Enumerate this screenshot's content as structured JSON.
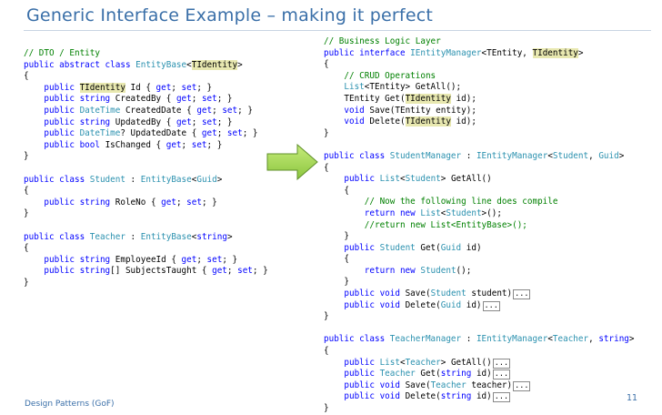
{
  "slide": {
    "title": "Generic Interface Example – making it perfect",
    "footer": "Design Patterns (GoF)",
    "page_number": "11"
  },
  "icons": {
    "arrow": "right-arrow-icon"
  },
  "colors": {
    "keyword": "#0000ff",
    "type": "#2b91af",
    "comment": "#008000",
    "highlight": "#e8e8b0",
    "title": "#3a6fa8"
  },
  "left_code": [
    [
      [
        "c",
        "// DTO / Entity"
      ]
    ],
    [
      [
        "k",
        "public abstract class "
      ],
      [
        "t",
        "EntityBase"
      ],
      [
        "p",
        "<"
      ],
      [
        "hl",
        "TIdentity"
      ],
      [
        "p",
        ">"
      ]
    ],
    [
      [
        "p",
        "{"
      ]
    ],
    [
      [
        "p",
        "    "
      ],
      [
        "k",
        "public "
      ],
      [
        "hl",
        "TIdentity"
      ],
      [
        "p",
        " Id { "
      ],
      [
        "k",
        "get"
      ],
      [
        "p",
        "; "
      ],
      [
        "k",
        "set"
      ],
      [
        "p",
        "; }"
      ]
    ],
    [
      [
        "p",
        "    "
      ],
      [
        "k",
        "public string "
      ],
      [
        "p",
        "CreatedBy { "
      ],
      [
        "k",
        "get"
      ],
      [
        "p",
        "; "
      ],
      [
        "k",
        "set"
      ],
      [
        "p",
        "; }"
      ]
    ],
    [
      [
        "p",
        "    "
      ],
      [
        "k",
        "public "
      ],
      [
        "t",
        "DateTime"
      ],
      [
        "p",
        " CreatedDate { "
      ],
      [
        "k",
        "get"
      ],
      [
        "p",
        "; "
      ],
      [
        "k",
        "set"
      ],
      [
        "p",
        "; }"
      ]
    ],
    [
      [
        "p",
        "    "
      ],
      [
        "k",
        "public string "
      ],
      [
        "p",
        "UpdatedBy { "
      ],
      [
        "k",
        "get"
      ],
      [
        "p",
        "; "
      ],
      [
        "k",
        "set"
      ],
      [
        "p",
        "; }"
      ]
    ],
    [
      [
        "p",
        "    "
      ],
      [
        "k",
        "public "
      ],
      [
        "t",
        "DateTime"
      ],
      [
        "p",
        "? UpdatedDate { "
      ],
      [
        "k",
        "get"
      ],
      [
        "p",
        "; "
      ],
      [
        "k",
        "set"
      ],
      [
        "p",
        "; }"
      ]
    ],
    [
      [
        "p",
        "    "
      ],
      [
        "k",
        "public bool "
      ],
      [
        "p",
        "IsChanged { "
      ],
      [
        "k",
        "get"
      ],
      [
        "p",
        "; "
      ],
      [
        "k",
        "set"
      ],
      [
        "p",
        "; }"
      ]
    ],
    [
      [
        "p",
        "}"
      ]
    ],
    [
      [
        "p",
        ""
      ]
    ],
    [
      [
        "k",
        "public class "
      ],
      [
        "t",
        "Student"
      ],
      [
        "p",
        " : "
      ],
      [
        "t",
        "EntityBase"
      ],
      [
        "p",
        "<"
      ],
      [
        "t",
        "Guid"
      ],
      [
        "p",
        ">"
      ]
    ],
    [
      [
        "p",
        "{"
      ]
    ],
    [
      [
        "p",
        "    "
      ],
      [
        "k",
        "public string "
      ],
      [
        "p",
        "RoleNo { "
      ],
      [
        "k",
        "get"
      ],
      [
        "p",
        "; "
      ],
      [
        "k",
        "set"
      ],
      [
        "p",
        "; }"
      ]
    ],
    [
      [
        "p",
        "}"
      ]
    ],
    [
      [
        "p",
        ""
      ]
    ],
    [
      [
        "k",
        "public class "
      ],
      [
        "t",
        "Teacher"
      ],
      [
        "p",
        " : "
      ],
      [
        "t",
        "EntityBase"
      ],
      [
        "p",
        "<"
      ],
      [
        "k",
        "string"
      ],
      [
        "p",
        ">"
      ]
    ],
    [
      [
        "p",
        "{"
      ]
    ],
    [
      [
        "p",
        "    "
      ],
      [
        "k",
        "public string "
      ],
      [
        "p",
        "EmployeeId { "
      ],
      [
        "k",
        "get"
      ],
      [
        "p",
        "; "
      ],
      [
        "k",
        "set"
      ],
      [
        "p",
        "; }"
      ]
    ],
    [
      [
        "p",
        "    "
      ],
      [
        "k",
        "public string"
      ],
      [
        "p",
        "[] SubjectsTaught { "
      ],
      [
        "k",
        "get"
      ],
      [
        "p",
        "; "
      ],
      [
        "k",
        "set"
      ],
      [
        "p",
        "; }"
      ]
    ],
    [
      [
        "p",
        "}"
      ]
    ]
  ],
  "right_code": [
    [
      [
        "c",
        "// Business Logic Layer"
      ]
    ],
    [
      [
        "k",
        "public interface "
      ],
      [
        "t",
        "IEntityManager"
      ],
      [
        "p",
        "<TEntity, "
      ],
      [
        "hl",
        "TIdentity"
      ],
      [
        "p",
        ">"
      ]
    ],
    [
      [
        "p",
        "{"
      ]
    ],
    [
      [
        "p",
        "    "
      ],
      [
        "c",
        "// CRUD Operations"
      ]
    ],
    [
      [
        "p",
        "    "
      ],
      [
        "t",
        "List"
      ],
      [
        "p",
        "<TEntity> GetAll();"
      ]
    ],
    [
      [
        "p",
        "    TEntity Get("
      ],
      [
        "hl",
        "TIdentity"
      ],
      [
        "p",
        " id);"
      ]
    ],
    [
      [
        "p",
        "    "
      ],
      [
        "k",
        "void "
      ],
      [
        "p",
        "Save(TEntity entity);"
      ]
    ],
    [
      [
        "p",
        "    "
      ],
      [
        "k",
        "void "
      ],
      [
        "p",
        "Delete("
      ],
      [
        "hl",
        "TIdentity"
      ],
      [
        "p",
        " id);"
      ]
    ],
    [
      [
        "p",
        "}"
      ]
    ],
    [
      [
        "p",
        ""
      ]
    ],
    [
      [
        "k",
        "public class "
      ],
      [
        "t",
        "StudentManager"
      ],
      [
        "p",
        " : "
      ],
      [
        "t",
        "IEntityManager"
      ],
      [
        "p",
        "<"
      ],
      [
        "t",
        "Student"
      ],
      [
        "p",
        ", "
      ],
      [
        "t",
        "Guid"
      ],
      [
        "p",
        ">"
      ]
    ],
    [
      [
        "p",
        "{"
      ]
    ],
    [
      [
        "p",
        "    "
      ],
      [
        "k",
        "public "
      ],
      [
        "t",
        "List"
      ],
      [
        "p",
        "<"
      ],
      [
        "t",
        "Student"
      ],
      [
        "p",
        "> GetAll()"
      ]
    ],
    [
      [
        "p",
        "    {"
      ]
    ],
    [
      [
        "p",
        "        "
      ],
      [
        "c",
        "// Now the following line does compile"
      ]
    ],
    [
      [
        "p",
        "        "
      ],
      [
        "k",
        "return new "
      ],
      [
        "t",
        "List"
      ],
      [
        "p",
        "<"
      ],
      [
        "t",
        "Student"
      ],
      [
        "p",
        ">();"
      ]
    ],
    [
      [
        "p",
        "        "
      ],
      [
        "c",
        "//return new List<EntityBase>();"
      ]
    ],
    [
      [
        "p",
        "    }"
      ]
    ],
    [
      [
        "p",
        "    "
      ],
      [
        "k",
        "public "
      ],
      [
        "t",
        "Student"
      ],
      [
        "p",
        " Get("
      ],
      [
        "t",
        "Guid"
      ],
      [
        "p",
        " id)"
      ]
    ],
    [
      [
        "p",
        "    {"
      ]
    ],
    [
      [
        "p",
        "        "
      ],
      [
        "k",
        "return new "
      ],
      [
        "t",
        "Student"
      ],
      [
        "p",
        "();"
      ]
    ],
    [
      [
        "p",
        "    }"
      ]
    ],
    [
      [
        "p",
        "    "
      ],
      [
        "k",
        "public void "
      ],
      [
        "p",
        "Save("
      ],
      [
        "t",
        "Student"
      ],
      [
        "p",
        " student)"
      ],
      [
        "f",
        "..."
      ]
    ],
    [
      [
        "p",
        "    "
      ],
      [
        "k",
        "public void "
      ],
      [
        "p",
        "Delete("
      ],
      [
        "t",
        "Guid"
      ],
      [
        "p",
        " id)"
      ],
      [
        "f",
        "..."
      ]
    ],
    [
      [
        "p",
        "}"
      ]
    ],
    [
      [
        "p",
        ""
      ]
    ],
    [
      [
        "k",
        "public class "
      ],
      [
        "t",
        "TeacherManager"
      ],
      [
        "p",
        " : "
      ],
      [
        "t",
        "IEntityManager"
      ],
      [
        "p",
        "<"
      ],
      [
        "t",
        "Teacher"
      ],
      [
        "p",
        ", "
      ],
      [
        "k",
        "string"
      ],
      [
        "p",
        ">"
      ]
    ],
    [
      [
        "p",
        "{"
      ]
    ],
    [
      [
        "p",
        "    "
      ],
      [
        "k",
        "public "
      ],
      [
        "t",
        "List"
      ],
      [
        "p",
        "<"
      ],
      [
        "t",
        "Teacher"
      ],
      [
        "p",
        "> GetAll()"
      ],
      [
        "f",
        "..."
      ]
    ],
    [
      [
        "p",
        "    "
      ],
      [
        "k",
        "public "
      ],
      [
        "t",
        "Teacher"
      ],
      [
        "p",
        " Get("
      ],
      [
        "k",
        "string"
      ],
      [
        "p",
        " id)"
      ],
      [
        "f",
        "..."
      ]
    ],
    [
      [
        "p",
        "    "
      ],
      [
        "k",
        "public void "
      ],
      [
        "p",
        "Save("
      ],
      [
        "t",
        "Teacher"
      ],
      [
        "p",
        " teacher)"
      ],
      [
        "f",
        "..."
      ]
    ],
    [
      [
        "p",
        "    "
      ],
      [
        "k",
        "public void "
      ],
      [
        "p",
        "Delete("
      ],
      [
        "k",
        "string"
      ],
      [
        "p",
        " id)"
      ],
      [
        "f",
        "..."
      ]
    ],
    [
      [
        "p",
        "}"
      ]
    ]
  ]
}
